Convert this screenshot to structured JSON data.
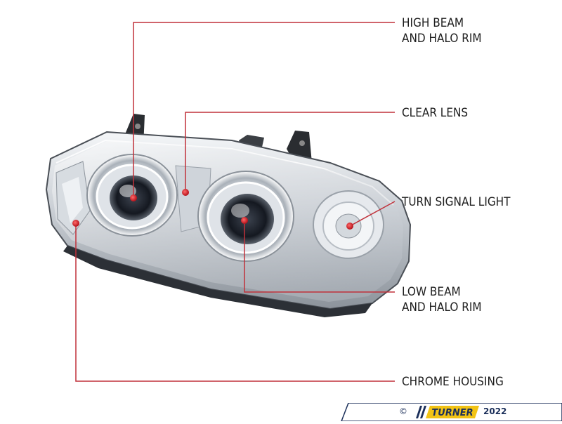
{
  "callouts": [
    {
      "id": "high-beam",
      "lines": [
        "HIGH BEAM",
        "AND HALO RIM"
      ]
    },
    {
      "id": "clear-lens",
      "lines": [
        "CLEAR LENS"
      ]
    },
    {
      "id": "turn-signal",
      "lines": [
        "TURN SIGNAL LIGHT"
      ]
    },
    {
      "id": "low-beam",
      "lines": [
        "LOW BEAM",
        "AND HALO RIM"
      ]
    },
    {
      "id": "chrome-housing",
      "lines": [
        "CHROME HOUSING"
      ]
    }
  ],
  "footer": {
    "copyright": "©",
    "brand": "TURNER",
    "year": "2022"
  },
  "colors": {
    "leader_line": "#c0313a",
    "marker": "#d8202a",
    "brand_navy": "#1b2f5a",
    "brand_yellow": "#f2c314"
  }
}
